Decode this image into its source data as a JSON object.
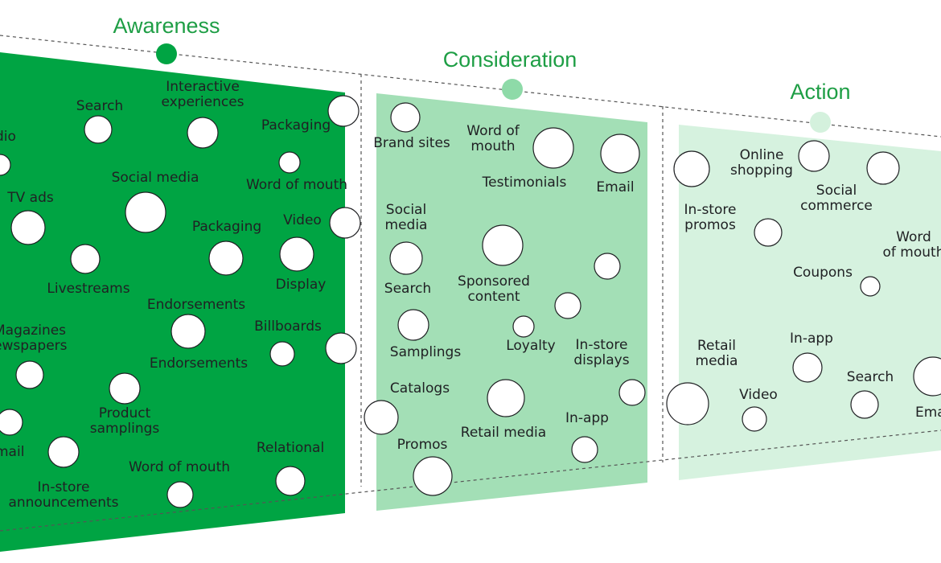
{
  "colors": {
    "awareness": "#00a443",
    "consideration": "#a3dfb6",
    "action": "#d6f2df",
    "title_green": "#1e9e45",
    "dot_awareness": "#00a443",
    "dot_consideration": "#8edaa8",
    "dot_action": "#d4f1dd"
  },
  "stages": [
    {
      "title": "Awareness"
    },
    {
      "title": "Consideration"
    },
    {
      "title": "Action"
    }
  ],
  "awareness_labels": [
    [
      "dio"
    ],
    [
      "Search"
    ],
    [
      "Interactive",
      "experiences"
    ],
    [
      "Packaging"
    ],
    [
      "Social media"
    ],
    [
      "Word of mouth"
    ],
    [
      "TV ads"
    ],
    [
      "Packaging"
    ],
    [
      "Video"
    ],
    [
      "Livestreams"
    ],
    [
      "Display"
    ],
    [
      "Endorsements"
    ],
    [
      "Billboards"
    ],
    [
      "Magazines",
      "ewspapers"
    ],
    [
      "Endorsements"
    ],
    [
      "Product",
      "samplings"
    ],
    [
      "mail"
    ],
    [
      "In-store",
      "announcements"
    ],
    [
      "Word of mouth"
    ],
    [
      "Relational"
    ]
  ],
  "consideration_labels": [
    [
      "Brand sites"
    ],
    [
      "Word of",
      "mouth"
    ],
    [
      "Testimonials"
    ],
    [
      "Email"
    ],
    [
      "Social",
      "media"
    ],
    [
      "Search"
    ],
    [
      "Sponsored",
      "content"
    ],
    [
      "Samplings"
    ],
    [
      "Loyalty"
    ],
    [
      "In-store",
      "displays"
    ],
    [
      "Catalogs"
    ],
    [
      "Retail media"
    ],
    [
      "In-app"
    ],
    [
      "Promos"
    ]
  ],
  "action_labels": [
    [
      "Online",
      "shopping"
    ],
    [
      "Social",
      "commerce"
    ],
    [
      "In-store",
      "promos"
    ],
    [
      "Word",
      "of mouth"
    ],
    [
      "Coupons"
    ],
    [
      "In-app"
    ],
    [
      "Retail",
      "media"
    ],
    [
      "Search"
    ],
    [
      "Video"
    ],
    [
      "Ema"
    ]
  ]
}
